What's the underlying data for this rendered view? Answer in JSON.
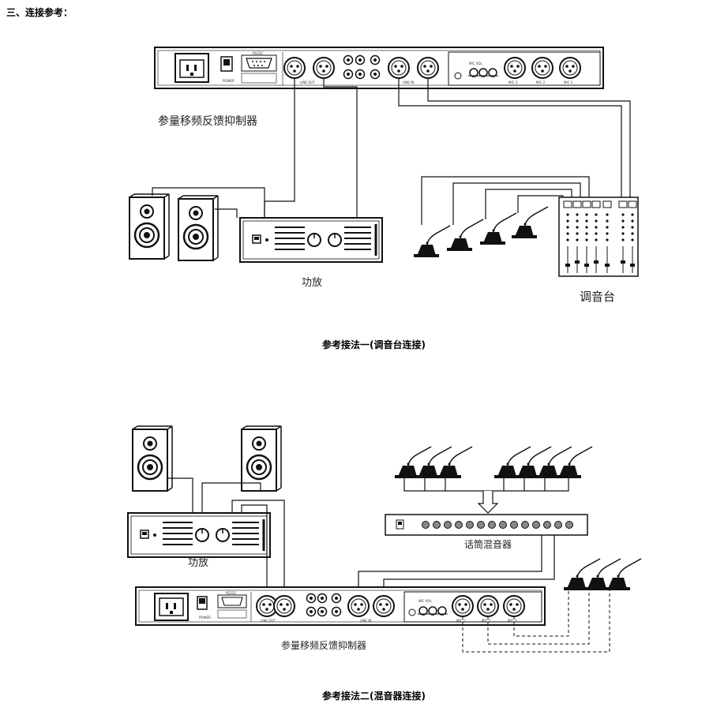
{
  "section_title": "三、连接参考：",
  "diagram1": {
    "suppressor_label": "参量移频反馈抑制器",
    "amp_label": "功放",
    "mixer_label": "调音台",
    "caption": "参考接法一(调音台连接)"
  },
  "diagram2": {
    "amp_label": "功放",
    "mic_mixer_label": "话筒混音器",
    "suppressor_label": "参量移频反馈抑制器",
    "caption": "参考接法二(混音器连接)"
  },
  "panel_tiny_labels": {
    "power": "POWER",
    "rs232": "RS232",
    "line_out": "LINE OUT",
    "line_in": "LINE IN",
    "mic1": "MIC 1",
    "mic2": "MIC 2",
    "mic3": "MIC 3",
    "mic_vol": "MIC VOL"
  }
}
